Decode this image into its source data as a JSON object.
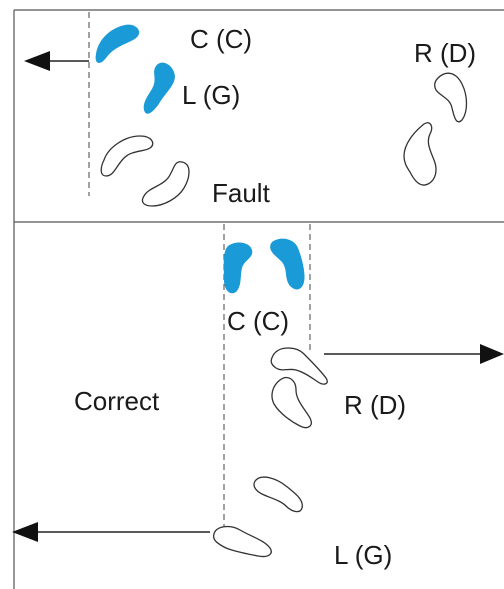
{
  "panels": {
    "top": {
      "caption": "Fault",
      "labels": {
        "center": "C (C)",
        "left": "L (G)",
        "right": "R (D)"
      }
    },
    "bottom": {
      "caption": "Correct",
      "labels": {
        "center": "C (C)",
        "right": "R (D)",
        "left": "L (G)"
      }
    }
  },
  "colors": {
    "highlight": "#1a9ad6",
    "outline": "#333333",
    "line": "#555555",
    "arrow": "#111111"
  }
}
